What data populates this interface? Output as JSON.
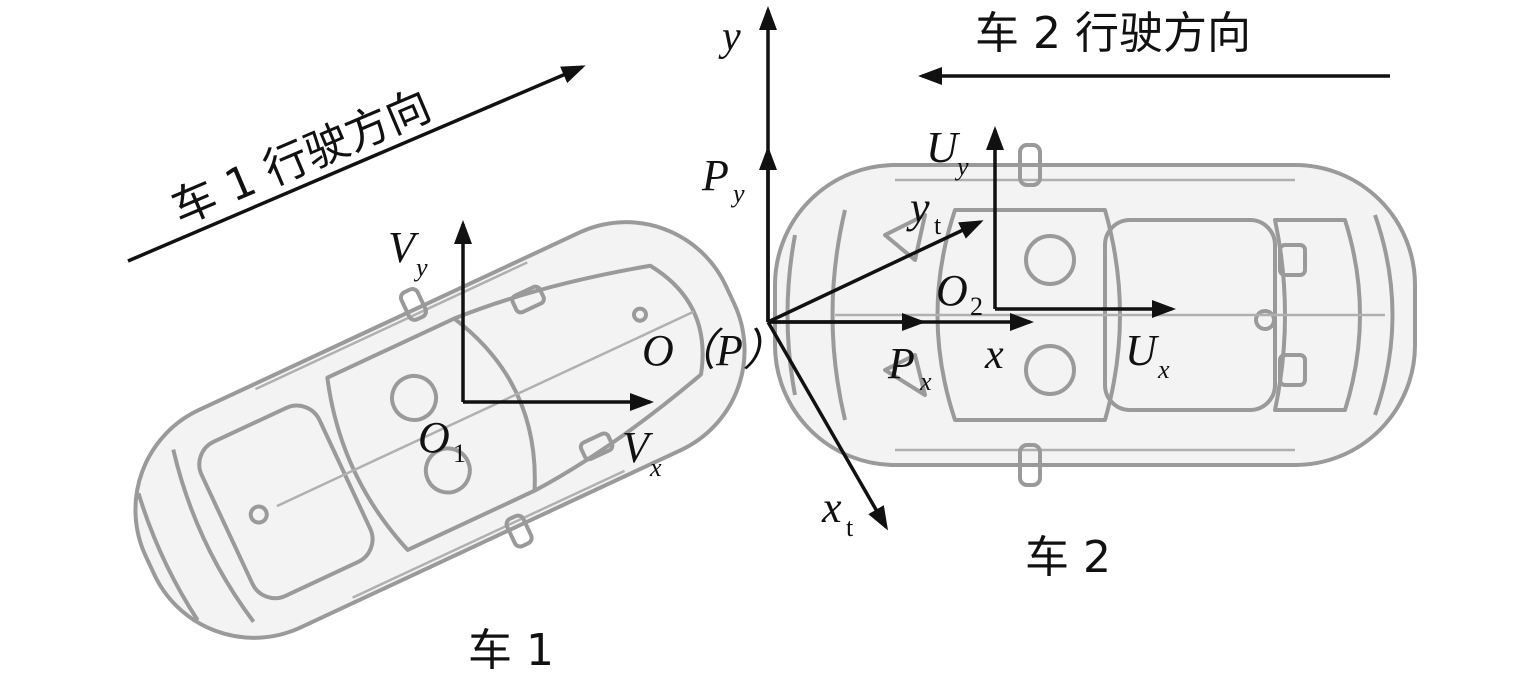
{
  "labels": {
    "car1_direction": "车 1 行驶方向",
    "car2_direction": "车 2 行驶方向",
    "car1": "车 1",
    "car2": "车 2",
    "origin_O": "O",
    "origin_P": "（P）",
    "y_axis": "y",
    "x_axis": "x",
    "P": "P",
    "P_sub_y": "y",
    "P_sub_x": "x",
    "V": "V",
    "V_sub_y": "y",
    "V_sub_x": "x",
    "O1": "O",
    "O1_sub": "1",
    "O2": "O",
    "O2_sub": "2",
    "U": "U",
    "U_sub_y": "y",
    "U_sub_x": "x",
    "yt": "y",
    "yt_sub": "t",
    "xt": "x",
    "xt_sub": "t"
  },
  "colors": {
    "car_stroke": "#9a9a9a",
    "ink": "#111111"
  }
}
